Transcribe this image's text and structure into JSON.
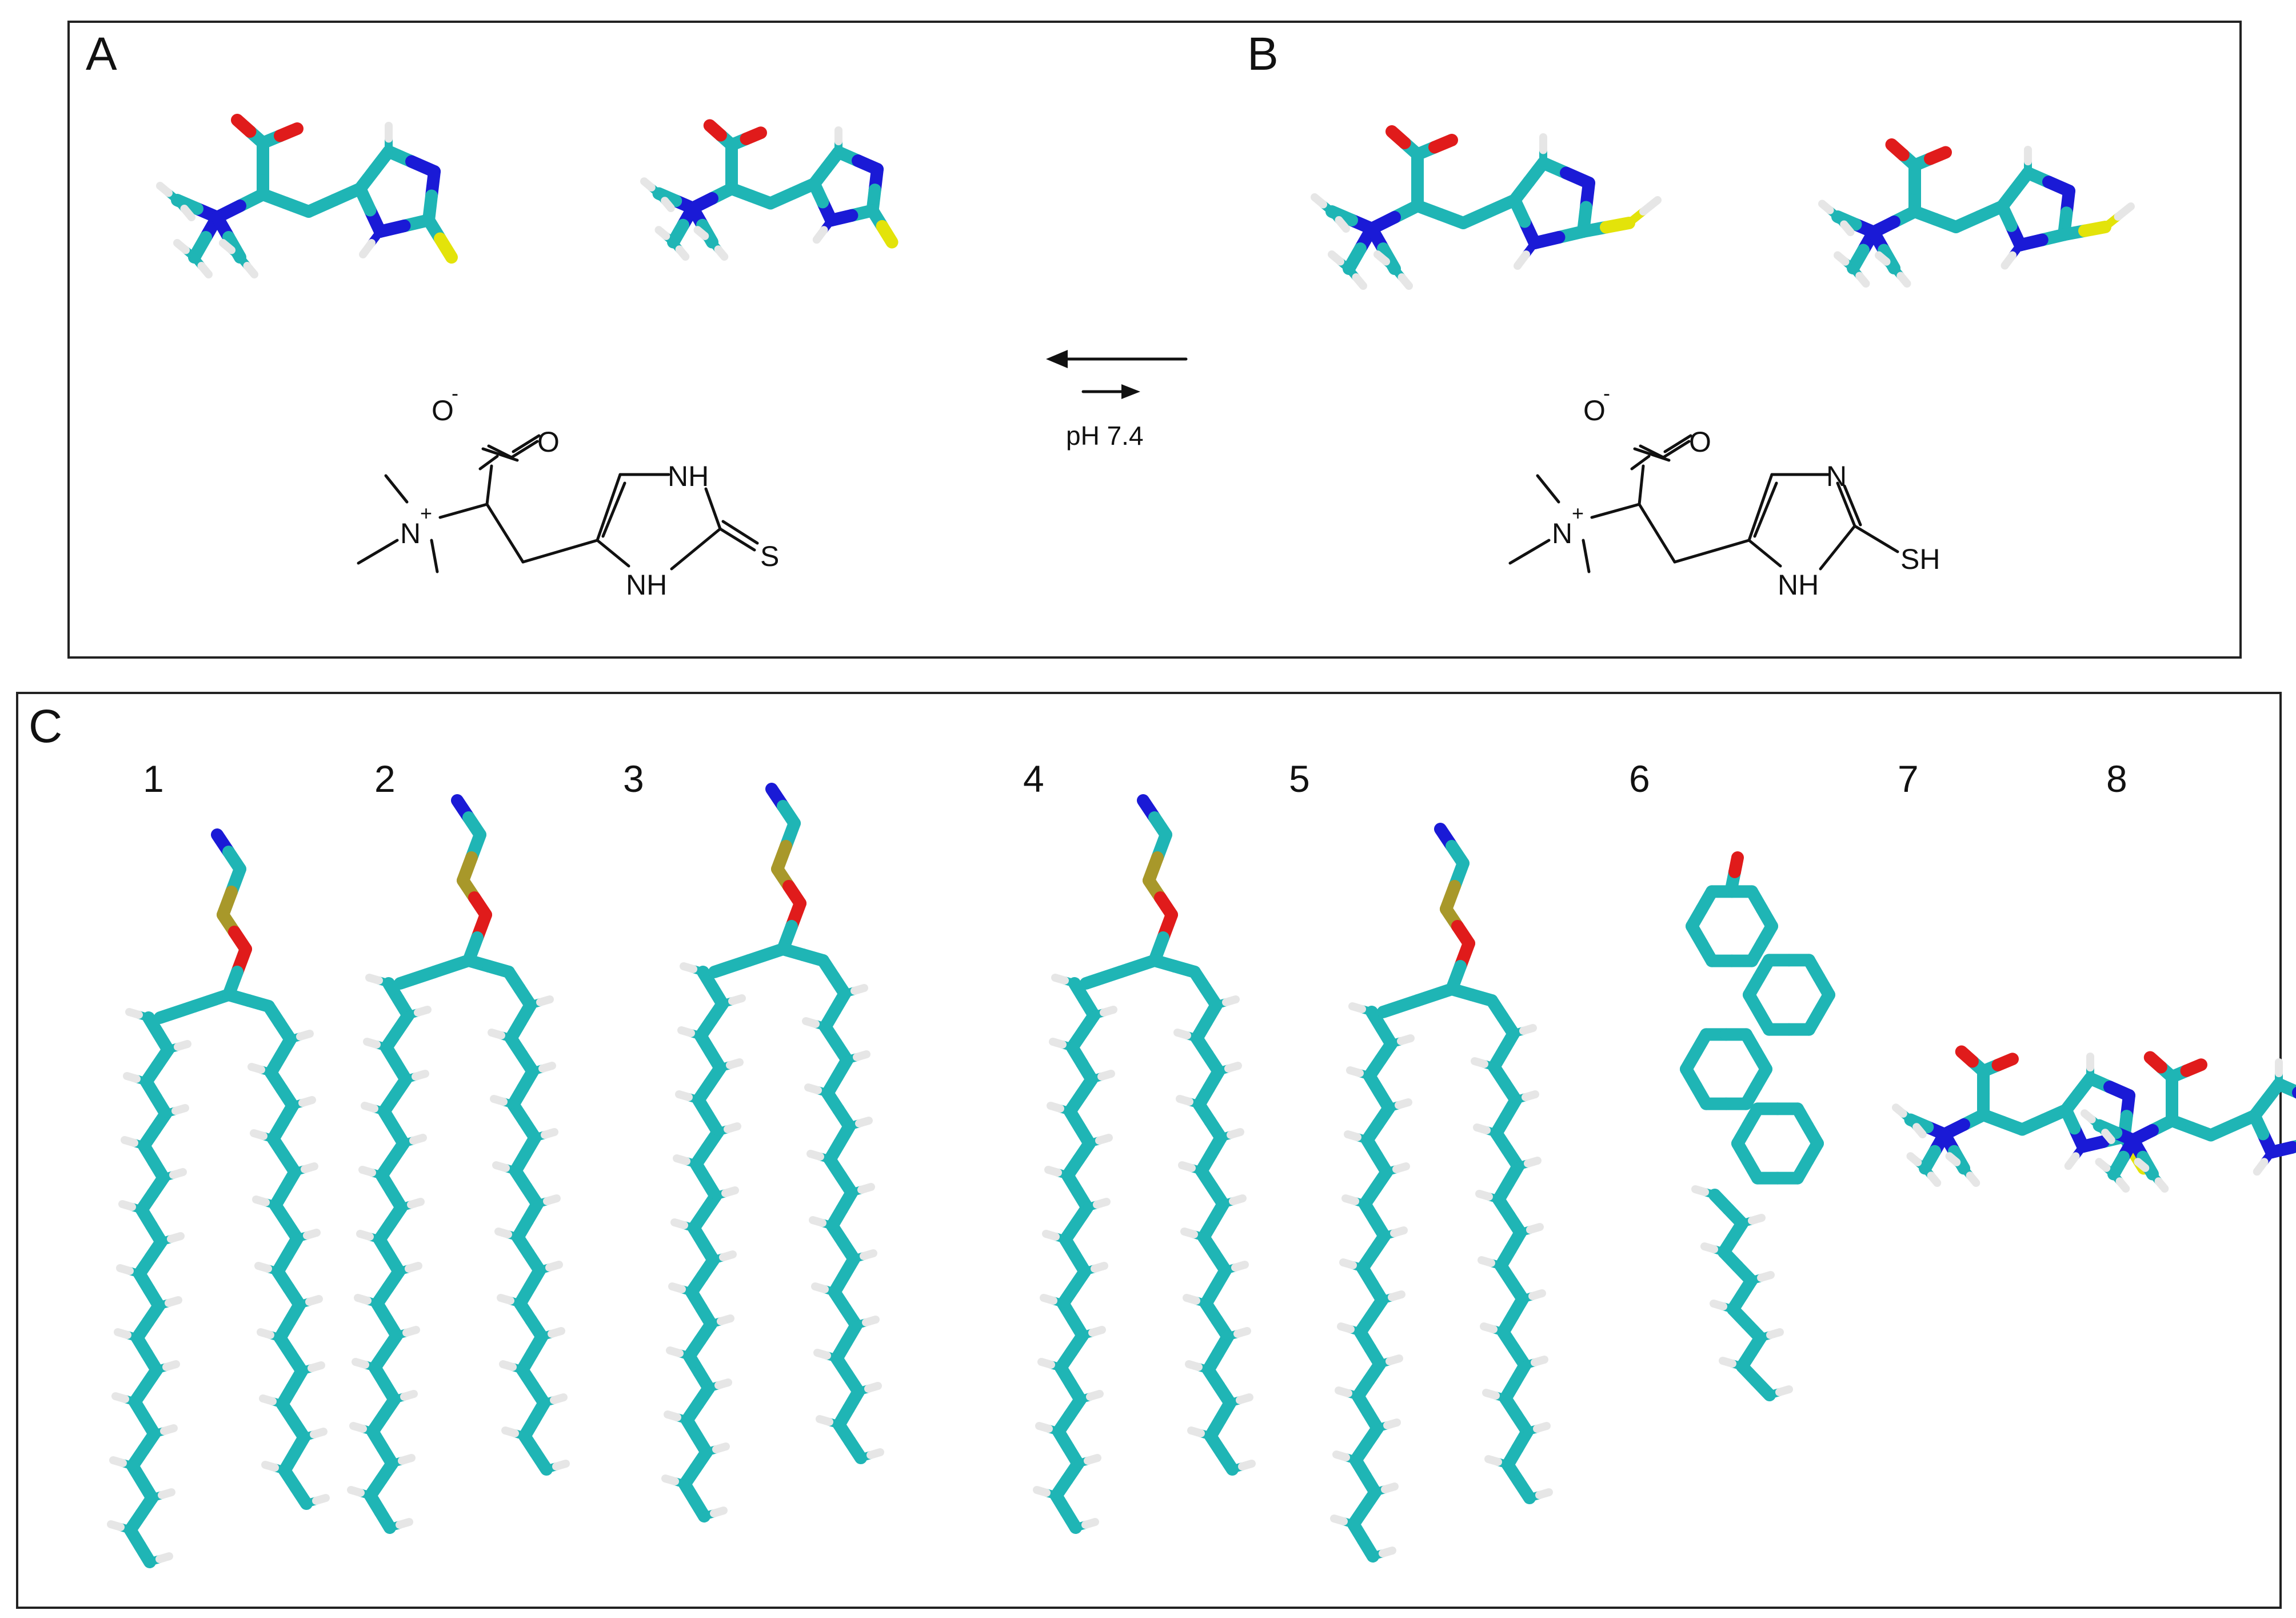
{
  "panels": {
    "a": {
      "label": "A"
    },
    "b": {
      "label": "B"
    },
    "c": {
      "label": "C"
    }
  },
  "equilibrium": {
    "condition": "pH 7.4"
  },
  "structure_a": {
    "carboxylate_o_minus": "O",
    "carboxylate_charge": "-",
    "carbonyl_o": "O",
    "ammonium_n": "N",
    "ammonium_charge": "+",
    "ring_nh_top": "NH",
    "ring_nh_bottom": "NH",
    "thione_s": "S"
  },
  "structure_b": {
    "carboxylate_o_minus": "O",
    "carboxylate_charge": "-",
    "carbonyl_o": "O",
    "ammonium_n": "N",
    "ammonium_charge": "+",
    "ring_n_top": "N",
    "ring_nh_bottom": "NH",
    "thiol_sh": "SH"
  },
  "molecules_c": [
    "1",
    "2",
    "3",
    "4",
    "5",
    "6",
    "7",
    "8"
  ],
  "colors": {
    "carbon": "#1fb5b5",
    "carbon_dark": "#0d7f80",
    "oxygen": "#e01b1b",
    "nitrogen": "#1a1ad6",
    "hydrogen": "#e6e6e6",
    "sulfur": "#e3e30a",
    "phosphorus": "#a8982a",
    "line": "#111111"
  }
}
